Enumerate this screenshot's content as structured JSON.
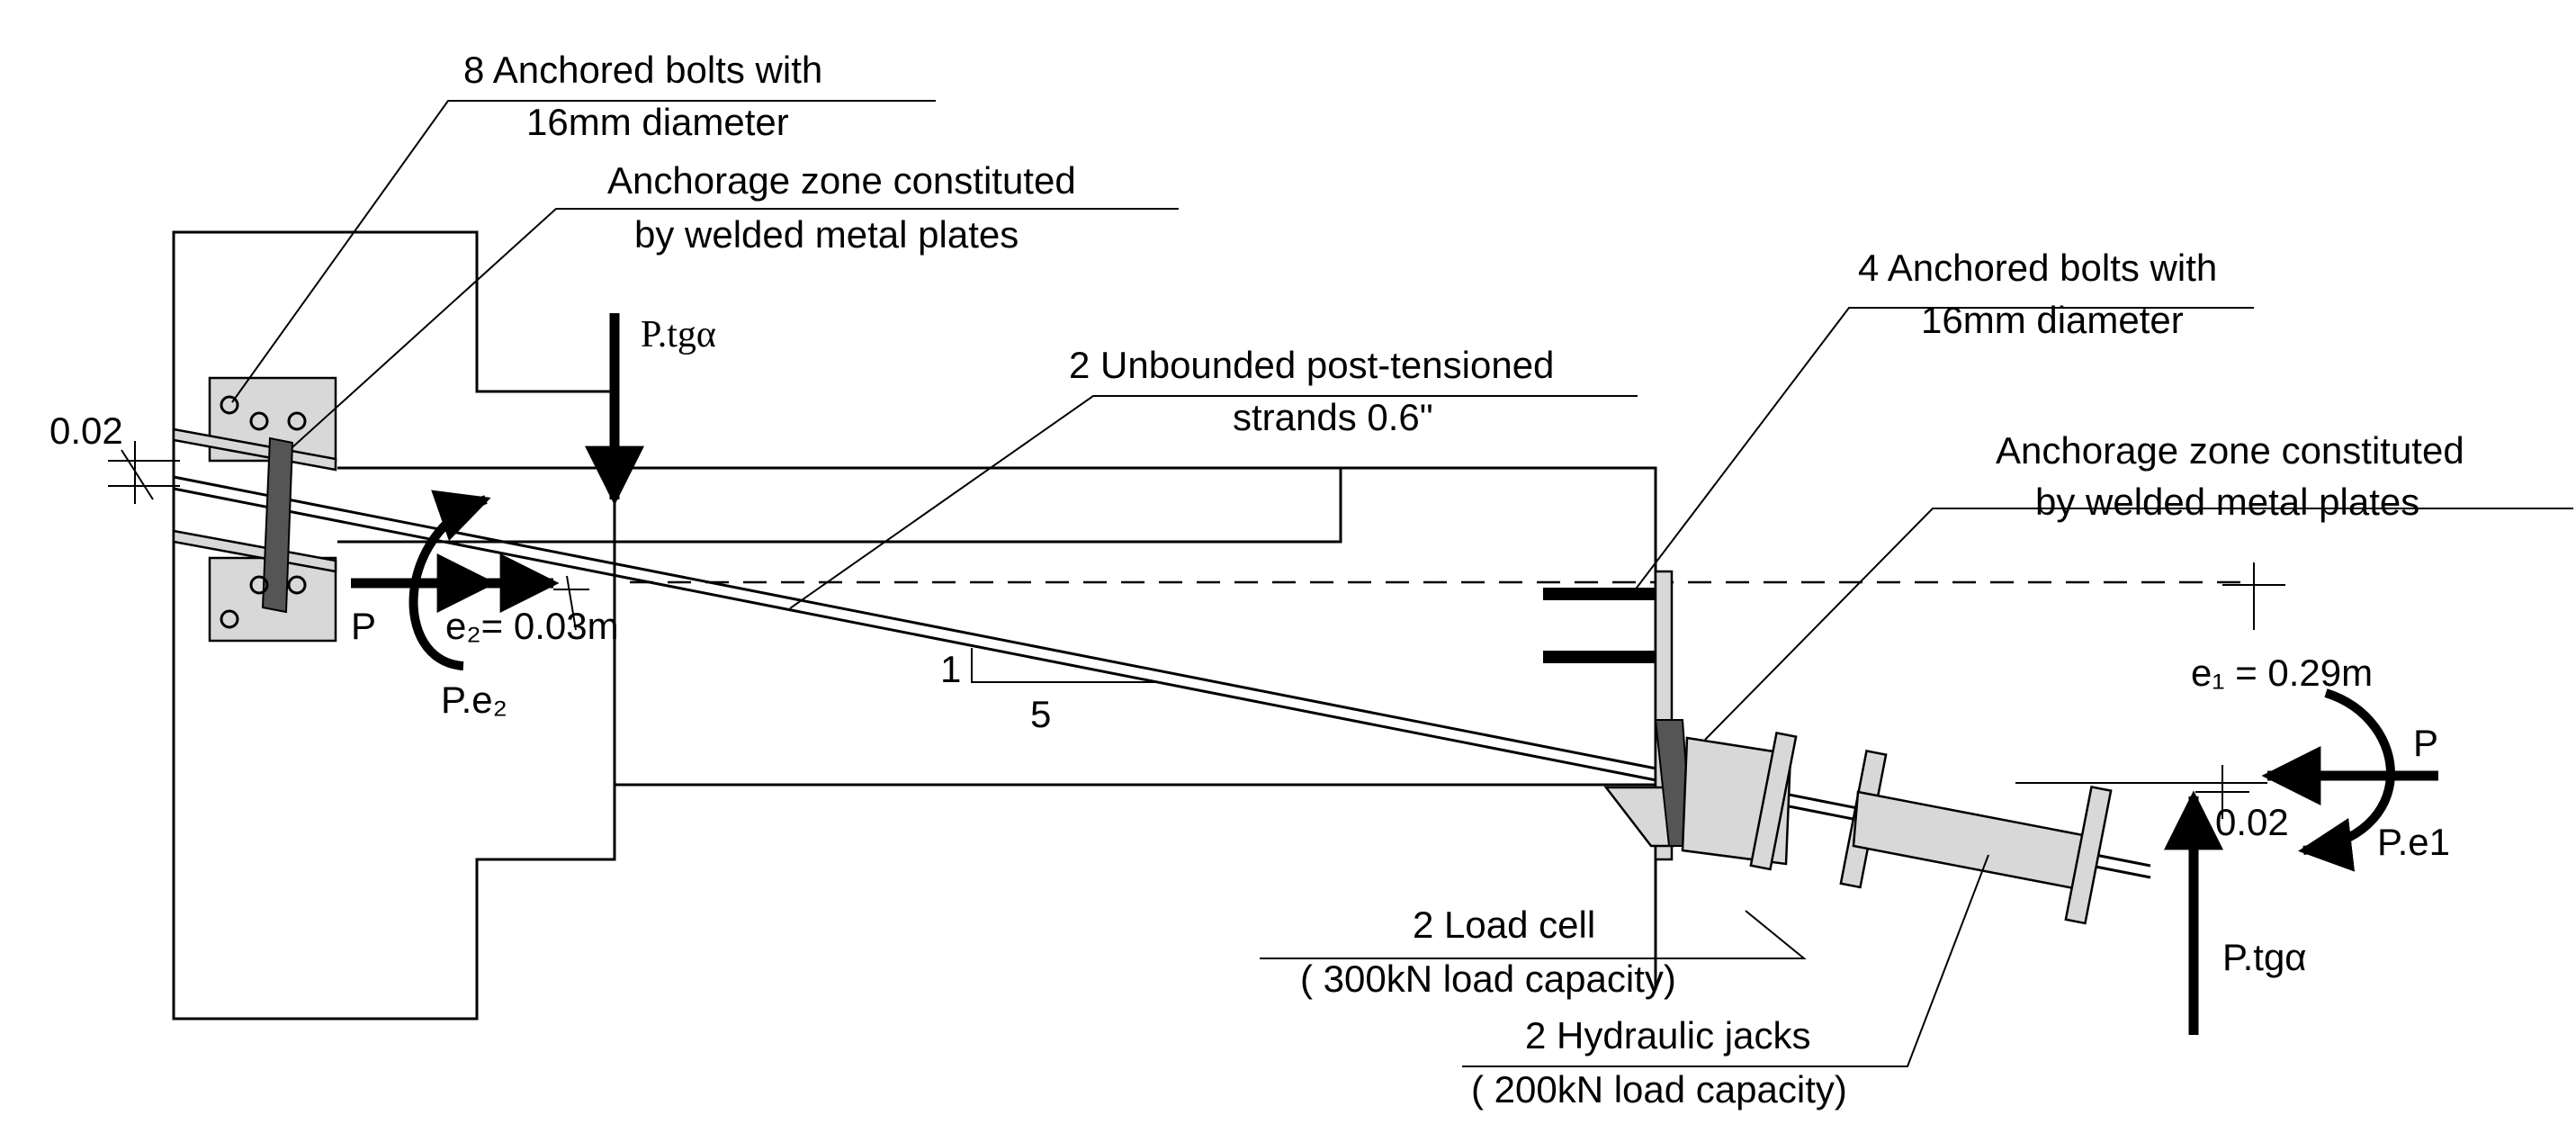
{
  "labels": {
    "left_bolts_l1": "8 Anchored bolts with",
    "left_bolts_l2": "16mm diameter",
    "left_anchorage_l1": "Anchorage zone constituted",
    "left_anchorage_l2": "by welded metal plates",
    "left_vertical_force": "P.tgα",
    "strands_l1": "2 Unbounded post-tensioned",
    "strands_l2": "strands 0.6\"",
    "right_bolts_l1": "4 Anchored bolts with",
    "right_bolts_l2": "16mm diameter",
    "right_anchorage_l1": "Anchorage zone constituted",
    "right_anchorage_l2": "by welded metal plates",
    "left_offset": "0.02",
    "left_force_p": "P",
    "left_eccentricity": "e₂= 0.03m",
    "left_moment": "P.e₂",
    "slope_rise": "1",
    "slope_run": "5",
    "right_eccentricity": "e₁ = 0.29m",
    "right_force_p": "P",
    "right_offset": "0.02",
    "right_moment": "P.e1",
    "right_vertical_force": "P.tgα",
    "load_cell_l1": "2 Load cell",
    "load_cell_l2": "( 300kN load capacity)",
    "jacks_l1": "2 Hydraulic jacks",
    "jacks_l2": "( 200kN load capacity)"
  }
}
